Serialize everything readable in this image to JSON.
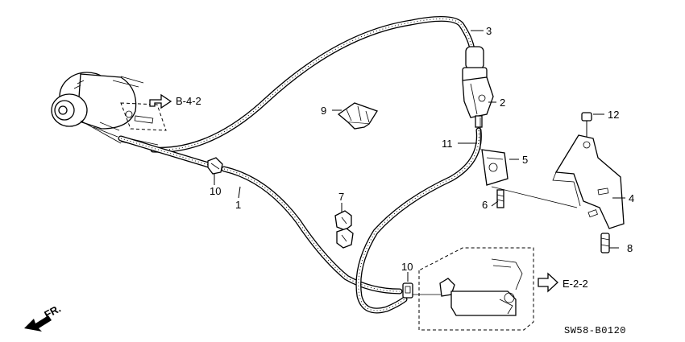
{
  "callouts": {
    "c1": "1",
    "c2": "2",
    "c3": "3",
    "c4": "4",
    "c5": "5",
    "c6": "6",
    "c7": "7",
    "c8": "8",
    "c9": "9",
    "c10a": "10",
    "c10b": "10",
    "c11": "11",
    "c12": "12"
  },
  "refs": {
    "top": "B-4-2",
    "bottom": "E-2-2"
  },
  "front": "FR.",
  "diagram_code": "SW58-B0120"
}
